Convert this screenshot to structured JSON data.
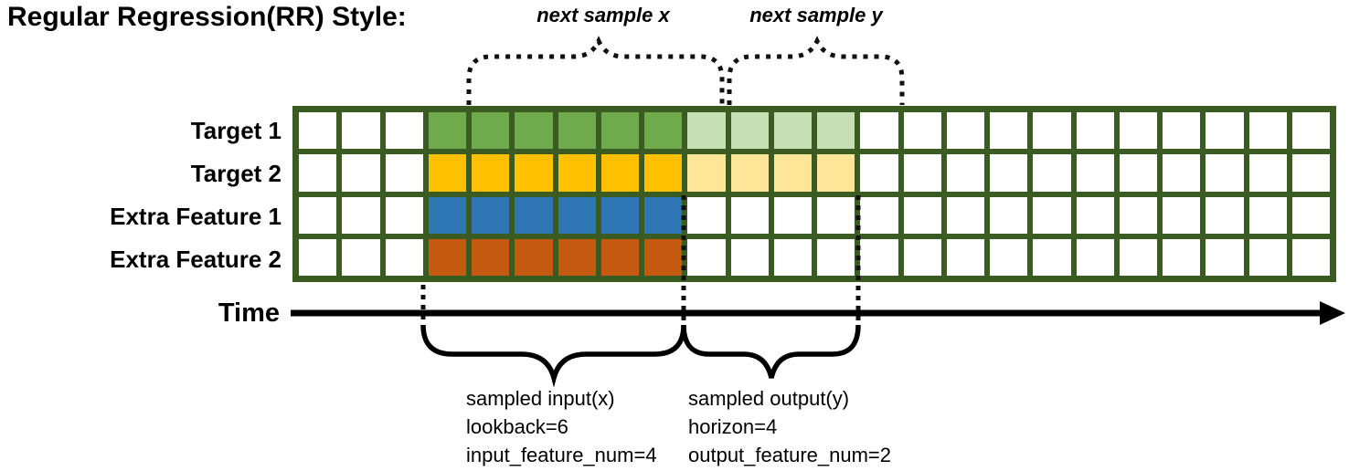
{
  "title": "Regular Regression(RR) Style:",
  "top_annotations": {
    "next_sample_x": "next sample x",
    "next_sample_y": "next sample y"
  },
  "time_axis": {
    "label": "Time"
  },
  "grid": {
    "columns": 24,
    "solid_start": 3,
    "solid_end": 9,
    "light_start": 9,
    "light_end": 13,
    "rows": [
      {
        "label": "Target 1",
        "solid_color": "#6FAB4D",
        "light_color": "#C6DFB3"
      },
      {
        "label": "Target 2",
        "solid_color": "#FFC000",
        "light_color": "#FFE598"
      },
      {
        "label": "Extra Feature 1",
        "solid_color": "#2F76B5",
        "light_color": null
      },
      {
        "label": "Extra Feature 2",
        "solid_color": "#C45A10",
        "light_color": null
      }
    ]
  },
  "bottom_annotations": {
    "input_lines": [
      "sampled input(x)",
      "lookback=6",
      "input_feature_num=4"
    ],
    "output_lines": [
      "sampled output(y)",
      "horizon=4",
      "output_feature_num=2"
    ]
  },
  "colors": {
    "grid_border_green": "#3A5B22",
    "target1_green": "#6FAB4D",
    "target1_light_green": "#C6DFB3",
    "target2_gold": "#FFC000",
    "target2_light_gold": "#FFE598",
    "extra1_blue": "#2F76B5",
    "extra2_orange": "#C45A10",
    "annotation_black": "#111111"
  }
}
